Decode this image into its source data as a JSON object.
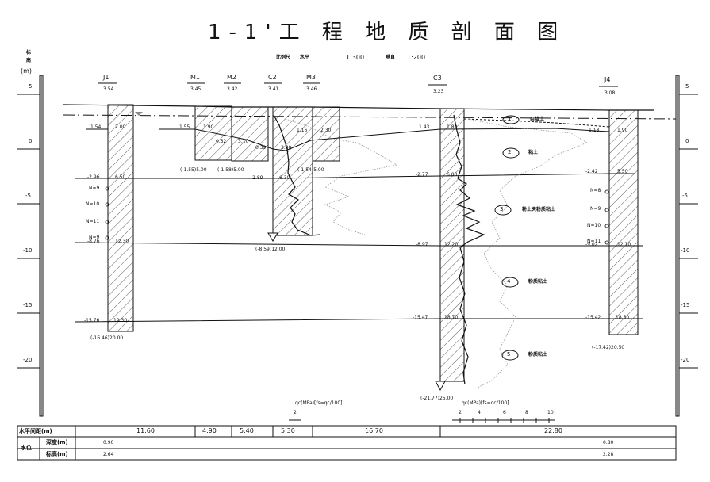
{
  "title": "1-1'工 程 地 质 剖 面 图",
  "scale": {
    "label": "比例尺",
    "horizontal_label": "水平",
    "horizontal_value": "1:300",
    "vertical_label": "垂直",
    "vertical_value": "1:200"
  },
  "axis": {
    "label_1": "标",
    "label_2": "高",
    "unit": "(m)",
    "ticks": [
      "5",
      "0",
      "-5",
      "-10",
      "-15",
      "-20"
    ]
  },
  "boreholes": [
    {
      "id": "J1",
      "elev": "3.54"
    },
    {
      "id": "M1",
      "elev": "3.45"
    },
    {
      "id": "M2",
      "elev": "3.42"
    },
    {
      "id": "C2",
      "elev": "3.41"
    },
    {
      "id": "M3",
      "elev": "3.46"
    },
    {
      "id": "C3",
      "elev": "3.23"
    },
    {
      "id": "J4",
      "elev": "3.08"
    }
  ],
  "j1": {
    "l1a": "1.54",
    "l1b": "2.00",
    "l2a": "-2.96",
    "l2b": "6.50",
    "l3a": "-8.76",
    "l3b": "12.30",
    "l4a": "-15.76",
    "l4b": "19.30",
    "bottom": "(-16.46)20.00",
    "n1": "N=9",
    "n2": "N=10",
    "n3": "N=11",
    "n4": "N=9"
  },
  "m1": {
    "a": "1.55",
    "b": "1.90",
    "bottom": "(-1.55)5.00"
  },
  "m2": {
    "a": "0.32",
    "b": "3.10",
    "bottom": "(-1.58)5.00"
  },
  "c2": {
    "a": "0.39",
    "b": "3.80",
    "c": "-2.89",
    "d": "6.30",
    "bottom": "(-8.59)12.00"
  },
  "m3": {
    "a": "1.16",
    "b": "2.30",
    "bottom": "(-1.54)5.00"
  },
  "c3": {
    "l1a": "1.43",
    "l1b": "1.80",
    "l2a": "-2.77",
    "l2b": "6.00",
    "l3a": "-8.97",
    "l3b": "12.20",
    "l4a": "-15.47",
    "l4b": "18.70",
    "bottom": "(-21.77)25.00"
  },
  "j4": {
    "l1a": "1.18",
    "l1b": "1.90",
    "l2a": "-2.42",
    "l2b": "5.50",
    "l3a": "-9.02",
    "l3b": "12.10",
    "l4a": "-15.42",
    "l4b": "18.50",
    "bottom": "(-17.42)20.50",
    "n1": "N=8",
    "n2": "N=9",
    "n3": "N=10",
    "n4": "N=11"
  },
  "layers": [
    {
      "num": "1",
      "name": "杂填土"
    },
    {
      "num": "2",
      "name": "粘土"
    },
    {
      "num": "3",
      "name": "粉土夹粉质粘土"
    },
    {
      "num": "4",
      "name": "粉质粘土"
    },
    {
      "num": "5",
      "name": "粉质粘土"
    }
  ],
  "qc": {
    "label": "qc(MPa)[fs=qc/100]",
    "c2_ticks": [
      "2"
    ],
    "c3_ticks": [
      "2",
      "4",
      "6",
      "8",
      "10"
    ]
  },
  "table": {
    "row1_label": "水平间距(m)",
    "distances": [
      "11.60",
      "4.90",
      "5.40",
      "5.30",
      "16.70",
      "22.80"
    ],
    "water_label": "水位",
    "depth_label": "深度(m)",
    "elev_label": "标高(m)",
    "depth_left": "0.90",
    "depth_right": "0.80",
    "elev_left": "2.64",
    "elev_right": "2.28"
  }
}
